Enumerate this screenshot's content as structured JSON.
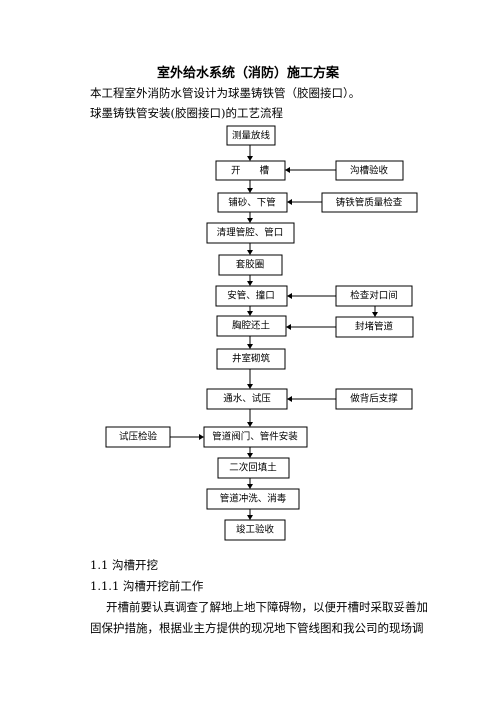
{
  "document": {
    "title": "室外给水系统（消防）施工方案",
    "intro_lines": [
      "本工程室外消防水管设计为球墨铸铁管（胶圈接口）。",
      "球墨铸铁管安装(胶圈接口)的工艺流程"
    ],
    "flow": {
      "main_steps": [
        "测量放线",
        "开　　槽",
        "铺砂、下管",
        "清理管腔、管口",
        "套胶圈",
        "安管、撞口",
        "胸腔还土",
        "井室砌筑",
        "通水、试压",
        "管道阀门、管件安装",
        "二次回填土",
        "管道冲洗、消毒",
        "竣工验收"
      ],
      "side_steps": {
        "trench_check": "沟槽验收",
        "pipe_quality_check": "铸铁管质量检查",
        "joint_gap_check": "检查对口间",
        "seal_pipe": "封堵管道",
        "post_support": "做背后支撑",
        "pressure_test_check": "试压检验"
      }
    },
    "section_heading": "1.1 沟槽开挖",
    "subsection_heading": "1.1.1 沟槽开挖前工作",
    "body_lines": [
      "开槽前要认真调查了解地上地下障碍物，以便开槽时采取妥善加",
      "固保护措施，根据业主方提供的现况地下管线图和我公司的现场调"
    ]
  }
}
